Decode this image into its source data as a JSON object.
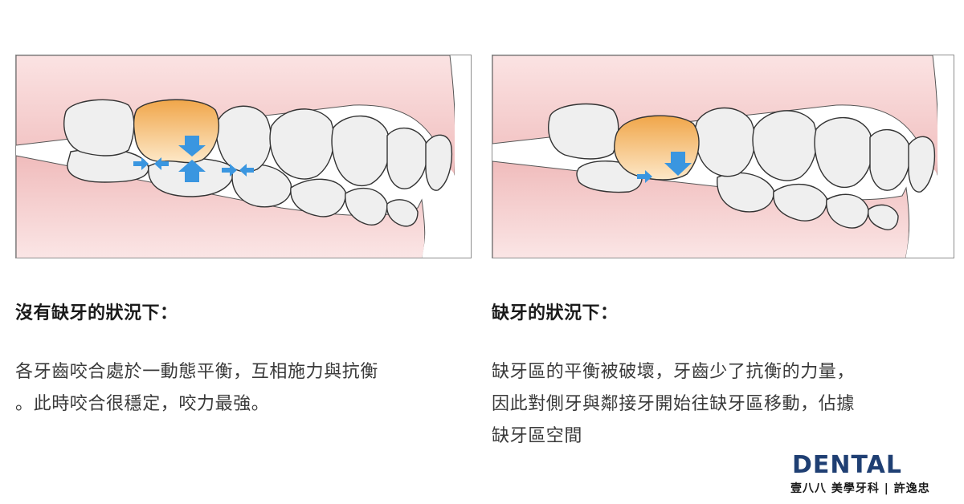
{
  "panels": [
    {
      "heading": "沒有缺牙的狀況下：",
      "lines": [
        "各牙齒咬合處於一動態平衡，互相施力與抗衡",
        "。此時咬合很穩定，咬力最強。"
      ]
    },
    {
      "heading": "缺牙的狀況下：",
      "lines": [
        "缺牙區的平衡被破壞，牙齒少了抗衡的力量，",
        "因此對側牙與鄰接牙開始往缺牙區移動，佔據",
        "缺牙區空間"
      ]
    }
  ],
  "logo": {
    "word": "DENTAL",
    "subtitle": "壹八八 美學牙科 | 許逸忠"
  },
  "colors": {
    "gum": "#f2c4c4",
    "gum_light": "#fbe8e8",
    "tooth_fill": "#efefef",
    "highlight_tooth_top": "#f0a64a",
    "highlight_tooth_bottom": "#fde6c2",
    "arrow": "#3a96e0",
    "logo_dark": "#1f3f73",
    "logo_accent": "#3a9fd8"
  }
}
